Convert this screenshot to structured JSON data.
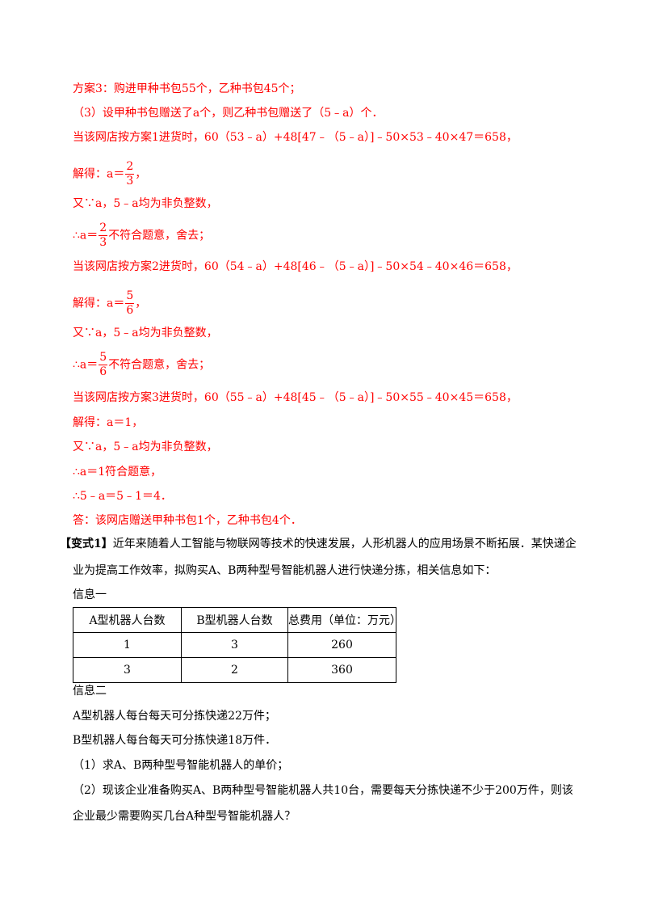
{
  "solution": {
    "plan3_line": "方案3：购进甲种书包55个，乙种书包45个；",
    "part3_setup": "（3）设甲种书包赠送了a个，则乙种书包赠送了（5﹣a）个．",
    "case1_equation": "当该网店按方案1进货时，60（53﹣a）+48[47﹣（5﹣a）]﹣50×53﹣40×47＝658，",
    "case1_solve_prefix": "解得：a＝",
    "case1_num": "2",
    "case1_den": "3",
    "case1_suffix": "，",
    "case1_note": "又∵a，5﹣a均为非负整数，",
    "case1_reject_prefix": "∴a＝",
    "case1_reject_suffix": "不符合题意，舍去；",
    "case2_equation": "当该网店按方案2进货时，60（54﹣a）+48[46﹣（5﹣a）]﹣50×54﹣40×46＝658，",
    "case2_solve_prefix": "解得：a＝",
    "case2_num": "5",
    "case2_den": "6",
    "case2_suffix": "，",
    "case2_note": "又∵a，5﹣a均为非负整数，",
    "case2_reject_prefix": "∴a＝",
    "case2_reject_suffix": "不符合题意，舍去；",
    "case3_equation": "当该网店按方案3进货时，60（55﹣a）+48[45﹣（5﹣a）]﹣50×55﹣40×45＝658，",
    "case3_solve": "解得：a＝1，",
    "case3_note": "又∵a，5﹣a均为非负整数，",
    "case3_accept": "∴a＝1符合题意，",
    "case3_compute": "∴5﹣a＝5﹣1＝4．",
    "answer": "答：该网店赠送甲种书包1个，乙种书包4个．"
  },
  "variant": {
    "tag": "【变式1】",
    "intro_line1": "近年来随着人工智能与物联网等技术的快速发展，人形机器人的应用场景不断拓展．某快递企",
    "intro_line2": "业为提高工作效率，拟购买A、B两种型号智能机器人进行快递分拣，相关信息如下：",
    "info1_label": "信息一",
    "table": {
      "headers": [
        "A型机器人台数",
        "B型机器人台数",
        "总费用（单位：万元）"
      ],
      "rows": [
        [
          "1",
          "3",
          "260"
        ],
        [
          "3",
          "2",
          "360"
        ]
      ]
    },
    "info2_label": "信息二",
    "info2_a": "A型机器人每台每天可分拣快递22万件；",
    "info2_b": "B型机器人每台每天可分拣快递18万件．",
    "q1": "（1）求A、B两种型号智能机器人的单价；",
    "q2_line1": "（2）现该企业准备购买A、B两种型号智能机器人共10台，需要每天分拣快递不少于200万件，则该",
    "q2_line2": "企业最少需要购买几台A种型号智能机器人？"
  }
}
